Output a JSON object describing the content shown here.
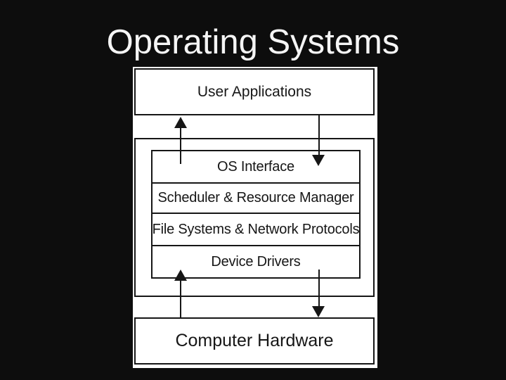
{
  "title": "Operating Systems",
  "diagram": {
    "top_box": "User Applications",
    "layers": [
      {
        "label": "OS Interface"
      },
      {
        "label": "Scheduler & Resource Manager"
      },
      {
        "label": "File Systems & Network Protocols"
      },
      {
        "label": "Device Drivers"
      }
    ],
    "bottom_box": "Computer Hardware",
    "arrows": [
      {
        "name": "apps-to-os-up",
        "direction": "up"
      },
      {
        "name": "apps-to-os-down",
        "direction": "down"
      },
      {
        "name": "os-to-hardware-up",
        "direction": "up"
      },
      {
        "name": "os-to-hardware-down",
        "direction": "down"
      }
    ],
    "colors": {
      "background": "#0d0d0d",
      "surface": "#ffffff",
      "line": "#161616",
      "title_text": "#f5f5f5"
    }
  }
}
